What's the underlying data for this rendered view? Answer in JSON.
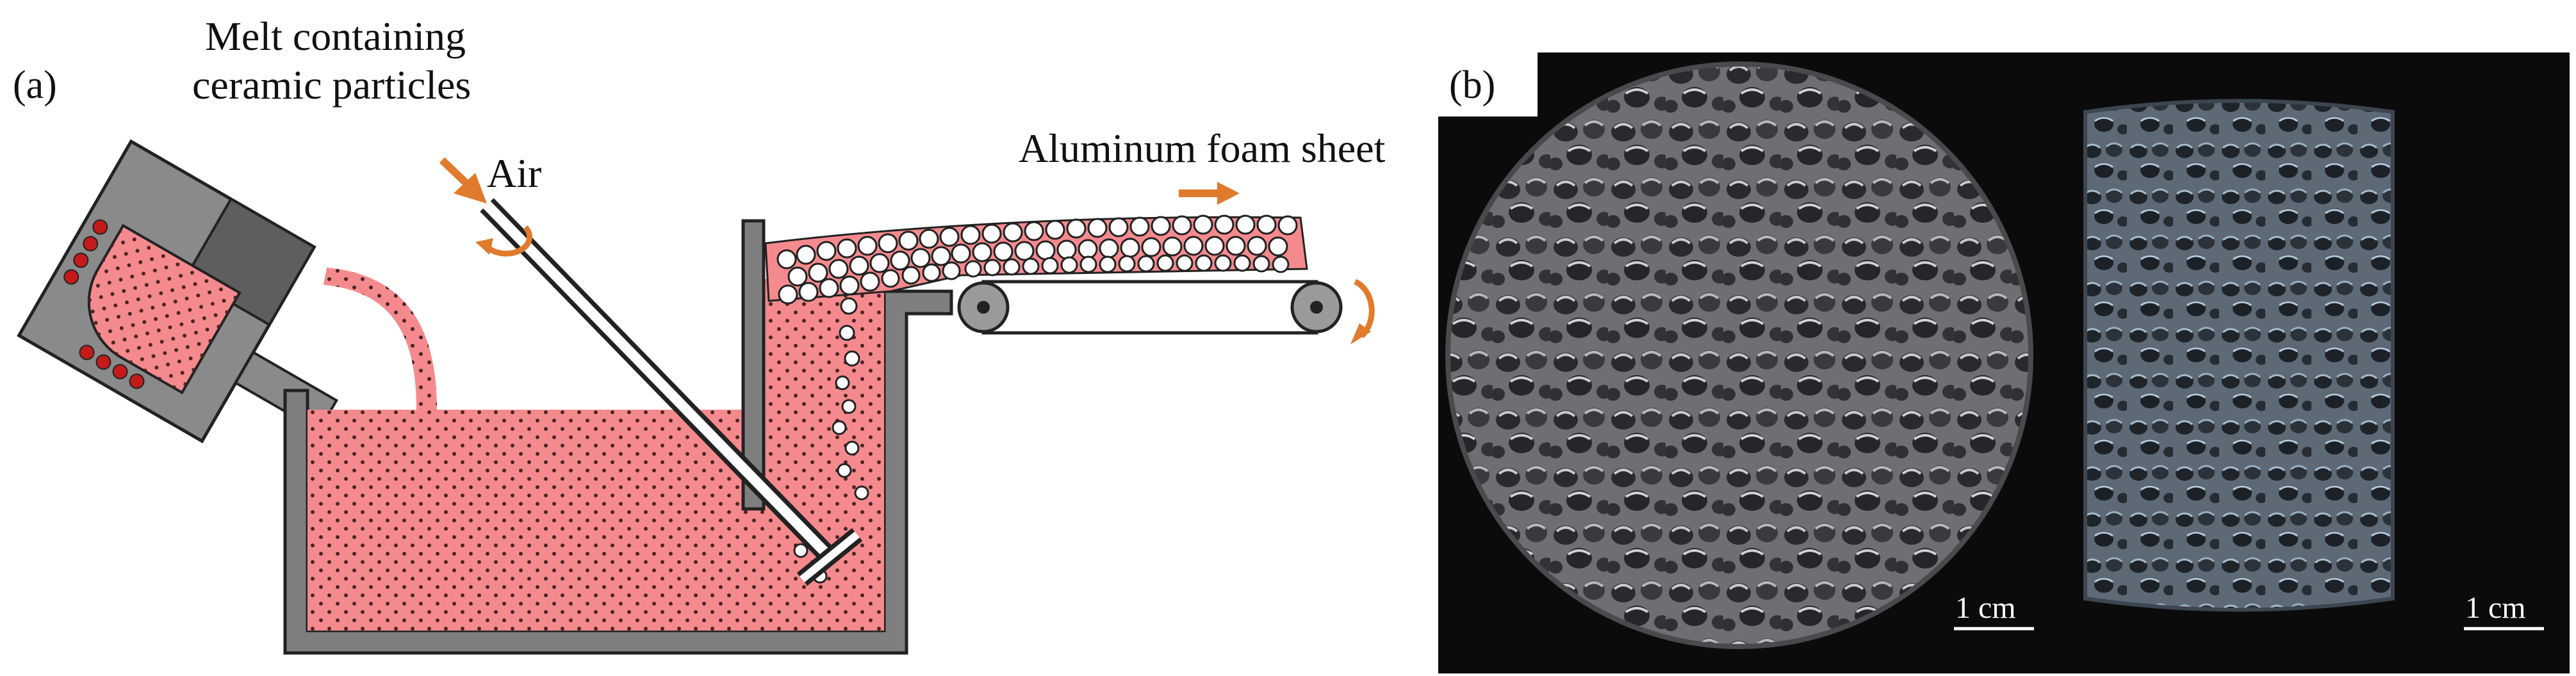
{
  "panel_a": {
    "label": "(a)",
    "melt_label_line1": "Melt containing",
    "melt_label_line2": "ceramic particles",
    "air_label": "Air",
    "sheet_label": "Aluminum foam sheet"
  },
  "panel_b": {
    "label": "(b)",
    "scale_left": "1 cm",
    "scale_right": "1 cm"
  },
  "colors": {
    "melt": "#f58a8e",
    "vessel": "#7f7f7f",
    "vessel_dark": "#5a5a5a",
    "arrow": "#e07b2e",
    "photo_bg": "#0b0b0b"
  }
}
